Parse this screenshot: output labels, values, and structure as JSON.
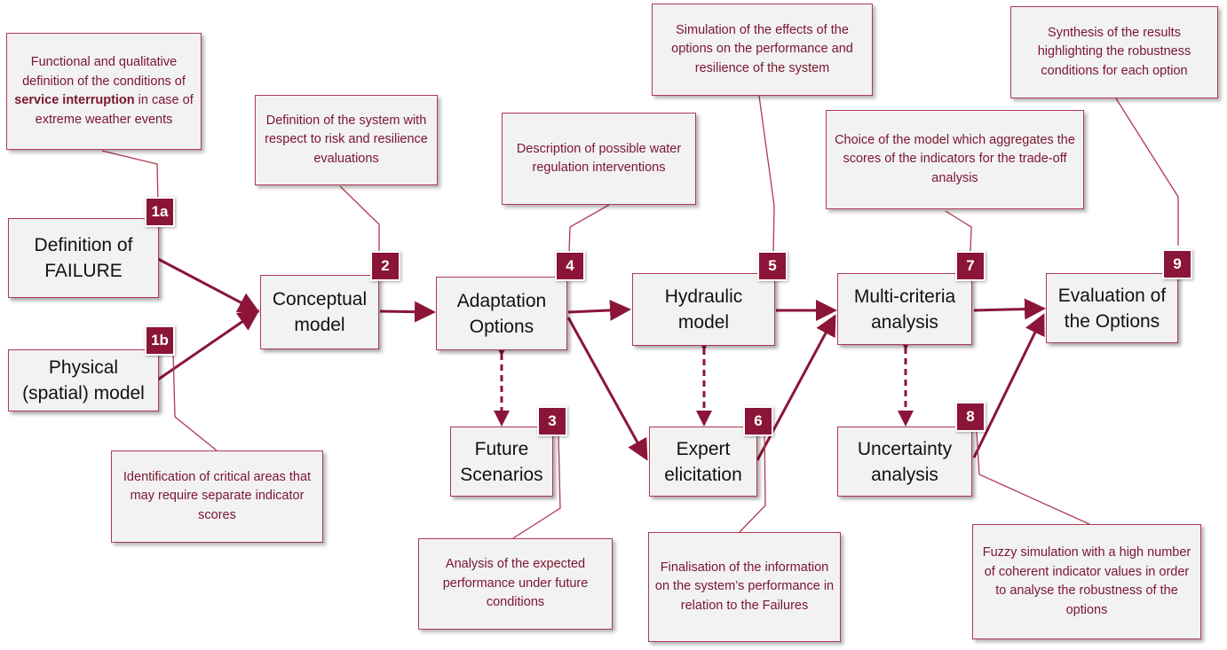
{
  "colors": {
    "accent": "#8b1538",
    "connector": "#b03a52",
    "box_fill": "#f2f2f2",
    "note_text": "#7a1530"
  },
  "nodes": {
    "failure": "Definition of\nFAILURE",
    "physical": "Physical\n(spatial) model",
    "conceptual": "Conceptual\nmodel",
    "adaptation": "Adaptation\nOptions",
    "future": "Future\nScenarios",
    "hydraulic": "Hydraulic\nmodel",
    "expert": "Expert\nelicitation",
    "mca": "Multi-criteria\nanalysis",
    "uncertainty": "Uncertainty\nanalysis",
    "evaluation": "Evaluation of\nthe Options"
  },
  "badges": {
    "b1a": "1a",
    "b1b": "1b",
    "b2": "2",
    "b3": "3",
    "b4": "4",
    "b5": "5",
    "b6": "6",
    "b7": "7",
    "b8": "8",
    "b9": "9"
  },
  "notes": {
    "n1a": {
      "pre": "Functional and qualitative definition of the conditions of ",
      "bold": "service interruption",
      "post": " in case of extreme weather events"
    },
    "n1b": "Identification of critical areas that may require separate indicator scores",
    "n2": "Definition of the system with respect to risk and resilience evaluations",
    "n3": "Analysis of the expected performance under future conditions",
    "n4": "Description of possible water regulation interventions",
    "n5": "Simulation of the effects of the options on the performance and resilience of the system",
    "n6": "Finalisation of the information on the system’s performance in relation to the Failures",
    "n7": "Choice of the model which aggregates the scores of the indicators for the trade-off analysis",
    "n8": "Fuzzy simulation with a high number of coherent indicator values in order to analyse the robustness of the options",
    "n9": "Synthesis of the results highlighting the robustness conditions for each option"
  }
}
